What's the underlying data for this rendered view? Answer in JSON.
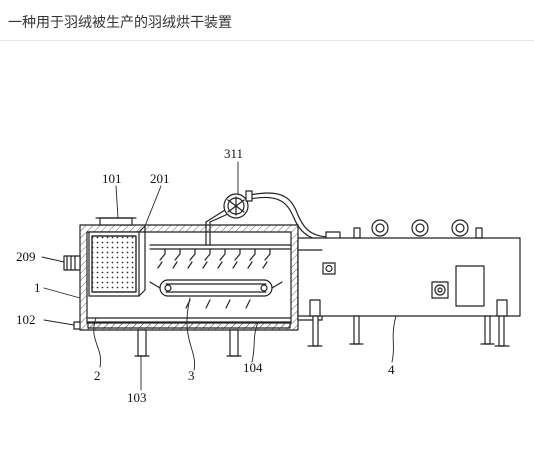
{
  "page": {
    "title": "一种用于羽绒被生产的羽绒烘干装置"
  },
  "figure": {
    "labels": {
      "l101": "101",
      "l201": "201",
      "l311": "311",
      "l209": "209",
      "l1": "1",
      "l102": "102",
      "l2": "2",
      "l103": "103",
      "l3": "3",
      "l104": "104",
      "l4": "4"
    }
  }
}
